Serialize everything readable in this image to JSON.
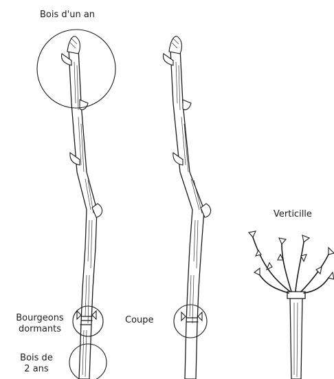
{
  "labels": {
    "one_year_wood": "Bois d'un an",
    "dormant_buds_line1": "Bourgeons",
    "dormant_buds_line2": "dormants",
    "two_year_wood_line1": "Bois de",
    "two_year_wood_line2": "2 ans",
    "cut": "Coupe",
    "whorl": "Verticille"
  },
  "colors": {
    "ink": "#1a1a1a",
    "background": "#ffffff"
  }
}
